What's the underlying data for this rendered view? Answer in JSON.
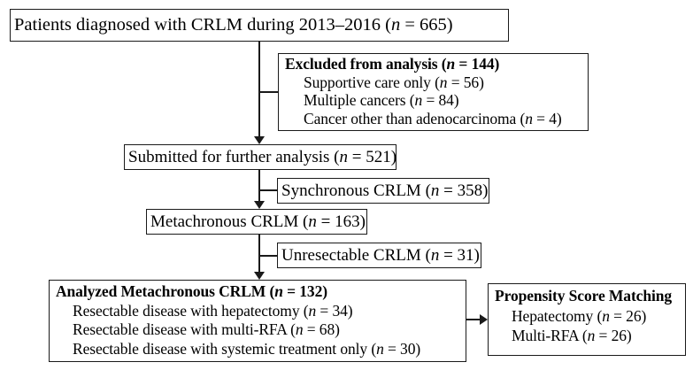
{
  "figure": {
    "type": "flowchart",
    "title": "Patient selection flow diagram",
    "colors": {
      "stroke": "#1a1a1a",
      "background": "#ffffff",
      "text": "#000000"
    }
  },
  "nodes": {
    "cohort": {
      "text": "Patients diagnosed with CRLM during 2013–2016 (n = 665)",
      "pre": "Patients diagnosed with CRLM during 2013–2016 (",
      "n_italic": "n",
      "post": " = 665)"
    },
    "excluded": {
      "header_pre": "Excluded from analysis (",
      "header_n": "n",
      "header_post": " = 144)",
      "items": [
        {
          "pre": "Supportive care only (",
          "n": "n",
          "post": " = 56)"
        },
        {
          "pre": "Multiple cancers (",
          "n": "n",
          "post": " = 84)"
        },
        {
          "pre": "Cancer other than adenocarcinoma (",
          "n": "n",
          "post": " = 4)"
        }
      ]
    },
    "submitted": {
      "pre": "Submitted for further analysis (",
      "n_italic": "n",
      "post": " = 521)"
    },
    "synchronous": {
      "pre": "Synchronous CRLM (",
      "n_italic": "n",
      "post": " = 358)"
    },
    "metachronous": {
      "pre": "Metachronous CRLM (",
      "n_italic": "n",
      "post": " = 163)"
    },
    "unresectable": {
      "pre": "Unresectable CRLM (",
      "n_italic": "n",
      "post": " = 31)"
    },
    "analyzed": {
      "header_pre": "Analyzed Metachronous CRLM (",
      "header_n": "n",
      "header_post": " = 132)",
      "items": [
        {
          "pre": "Resectable disease with hepatectomy (",
          "n": "n",
          "post": " = 34)"
        },
        {
          "pre": "Resectable disease with multi-RFA (",
          "n": "n",
          "post": " = 68)"
        },
        {
          "pre": "Resectable disease with systemic treatment only (",
          "n": "n",
          "post": " = 30)"
        }
      ]
    },
    "propensity": {
      "header": "Propensity Score Matching",
      "items": [
        {
          "pre": "Hepatectomy (",
          "n": "n",
          "post": " = 26)"
        },
        {
          "pre": "Multi-RFA (",
          "n": "n",
          "post": " = 26)"
        }
      ]
    }
  }
}
